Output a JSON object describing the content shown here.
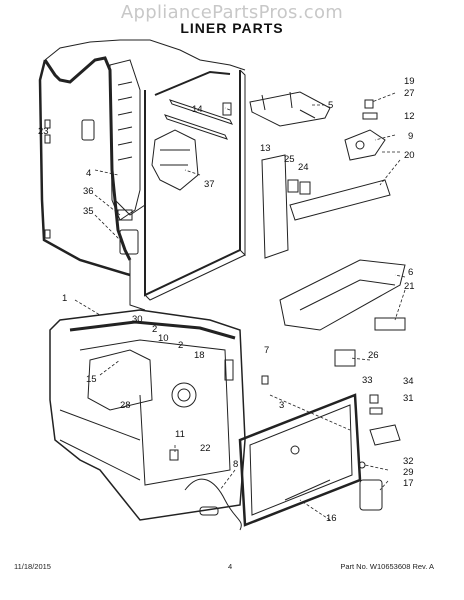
{
  "watermark": "AppliancePartsPros.com",
  "title": "LINER PARTS",
  "callouts": {
    "c1": "1",
    "c2a": "2",
    "c2b": "2",
    "c3": "3",
    "c4": "4",
    "c5": "5",
    "c6": "6",
    "c7": "7",
    "c8": "8",
    "c9": "9",
    "c10": "10",
    "c11": "11",
    "c12": "12",
    "c13": "13",
    "c14": "14",
    "c15": "15",
    "c16": "16",
    "c17": "17",
    "c18": "18",
    "c19": "19",
    "c20": "20",
    "c21": "21",
    "c22": "22",
    "c23": "23",
    "c24": "24",
    "c25": "25",
    "c26": "26",
    "c27": "27",
    "c28": "28",
    "c29": "29",
    "c30": "30",
    "c31": "31",
    "c32": "32",
    "c33": "33",
    "c34": "34",
    "c35": "35",
    "c36": "36",
    "c37": "37"
  },
  "footer": {
    "date": "11/18/2015",
    "page": "4",
    "part": "Part No.  W10653608  Rev.  A"
  }
}
